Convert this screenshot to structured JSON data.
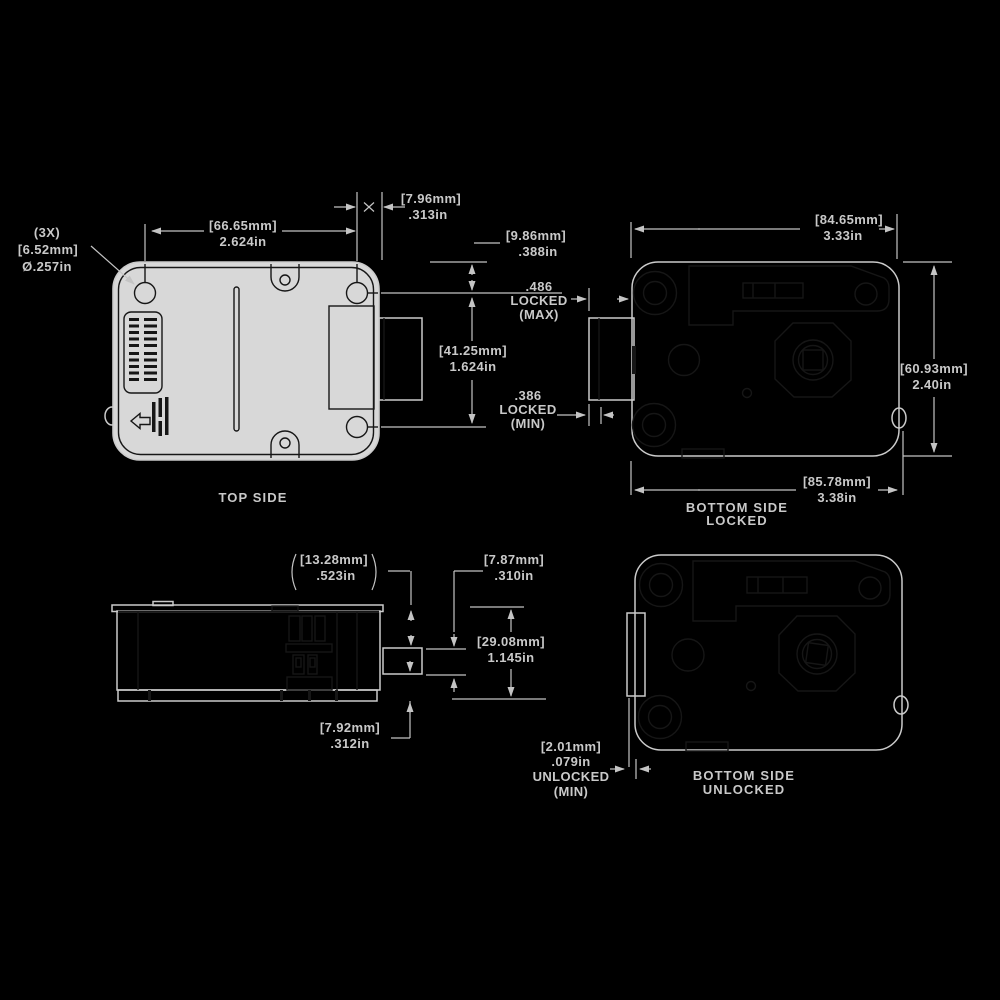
{
  "colors": {
    "background": "#000000",
    "line": "#c9c9c9",
    "body_fill": "#d8d8d8",
    "detail_line": "#161616"
  },
  "views": {
    "top_side": {
      "title": "TOP SIDE",
      "hole_callout": [
        "(3X)",
        "[6.52mm]",
        "Ø.257in"
      ],
      "dims": {
        "hole_spacing": [
          "[66.65mm]",
          "2.624in"
        ],
        "edge_offset": [
          "[7.96mm]",
          ".313in"
        ]
      }
    },
    "shared_dims": {
      "top_edge_to_hole": [
        "[9.86mm]",
        ".388in"
      ],
      "bolt_locked_max": [
        ".486",
        "LOCKED",
        "(MAX)"
      ],
      "hole_span_vertical": [
        "[41.25mm]",
        "1.624in"
      ],
      "bolt_locked_min": [
        ".386",
        "LOCKED",
        "(MIN)"
      ]
    },
    "bottom_side_locked": {
      "title": [
        "BOTTOM SIDE",
        "LOCKED"
      ],
      "dims": {
        "width_top": [
          "[84.65mm]",
          "3.33in"
        ],
        "height": [
          "[60.93mm]",
          "2.40in"
        ],
        "width_bottom": [
          "[85.78mm]",
          "3.38in"
        ]
      }
    },
    "side_view": {
      "dims": {
        "body_to_bolt": [
          "[13.28mm]",
          ".523in"
        ],
        "bolt_thickness": [
          "[7.87mm]",
          ".310in"
        ],
        "overall_height": [
          "[29.08mm]",
          "1.145in"
        ],
        "bolt_to_base": [
          "[7.92mm]",
          ".312in"
        ]
      }
    },
    "bottom_side_unlocked": {
      "title": [
        "BOTTOM SIDE",
        "UNLOCKED"
      ],
      "dims": {
        "bolt_unlocked_min": [
          "[2.01mm]",
          ".079in",
          "UNLOCKED",
          "(MIN)"
        ]
      }
    }
  }
}
